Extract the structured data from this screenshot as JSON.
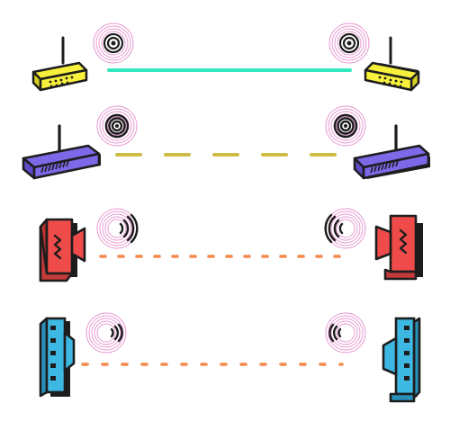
{
  "diagram": {
    "rows": [
      {
        "device": "router",
        "device_color": "#f7f03c",
        "link_color": "#34e8c2",
        "link_style": "solid",
        "signal_icon": "concentric-circles-icon",
        "signal_ring_color": "#e79ad2"
      },
      {
        "device": "router",
        "device_color": "#7d68e8",
        "link_color": "#cdbb45",
        "link_style": "dashed",
        "signal_icon": "concentric-circles-icon",
        "signal_ring_color": "#e79ad2"
      },
      {
        "device": "camera",
        "device_color": "#ef4b4b",
        "link_color": "#f4894c",
        "link_style": "dotted",
        "signal_icon": "wave-signal-icon",
        "signal_ring_color": "#e79ad2"
      },
      {
        "device": "module",
        "device_color": "#3db8e3",
        "link_color": "#f4894c",
        "link_style": "dotted",
        "signal_icon": "wave-signal-icon",
        "signal_ring_color": "#e79ad2"
      }
    ]
  }
}
